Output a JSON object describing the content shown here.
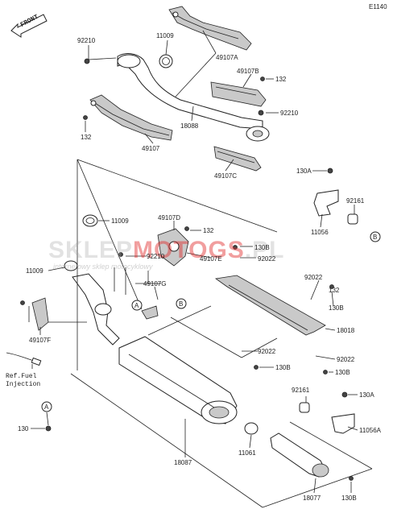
{
  "diagram": {
    "code": "E1140",
    "front_label": "FRONT",
    "ref_note": "Ref.Fuel\nInjection",
    "watermark": {
      "brand_start": "SKLEP",
      "brand_red": "MOTOGS",
      "brand_end": ".PL",
      "tagline": "internetowy sklep motocyklowy"
    },
    "labels": [
      {
        "id": "92210",
        "text": "92210"
      },
      {
        "id": "11009",
        "text": "11009"
      },
      {
        "id": "49107A",
        "text": "49107A"
      },
      {
        "id": "49107B",
        "text": "49107B"
      },
      {
        "id": "132",
        "text": "132"
      },
      {
        "id": "92210",
        "text": "92210"
      },
      {
        "id": "18088",
        "text": "18088"
      },
      {
        "id": "132",
        "text": "132"
      },
      {
        "id": "49107",
        "text": "49107"
      },
      {
        "id": "49107C",
        "text": "49107C"
      },
      {
        "id": "130A",
        "text": "130A"
      },
      {
        "id": "92161",
        "text": "92161"
      },
      {
        "id": "11056",
        "text": "11056"
      },
      {
        "id": "B",
        "text": "B"
      },
      {
        "id": "11009",
        "text": "11009"
      },
      {
        "id": "49107D",
        "text": "49107D"
      },
      {
        "id": "132",
        "text": "132"
      },
      {
        "id": "130B",
        "text": "130B"
      },
      {
        "id": "92022",
        "text": "92022"
      },
      {
        "id": "92210",
        "text": "92210"
      },
      {
        "id": "49107E",
        "text": "49107E"
      },
      {
        "id": "11009",
        "text": "11009"
      },
      {
        "id": "49107G",
        "text": "49107G"
      },
      {
        "id": "92022",
        "text": "92022"
      },
      {
        "id": "130B",
        "text": "130B"
      },
      {
        "id": "132",
        "text": "132"
      },
      {
        "id": "A",
        "text": "A"
      },
      {
        "id": "B",
        "text": "B"
      },
      {
        "id": "49107F",
        "text": "49107F"
      },
      {
        "id": "18018",
        "text": "18018"
      },
      {
        "id": "92022",
        "text": "92022"
      },
      {
        "id": "92022",
        "text": "92022"
      },
      {
        "id": "130B",
        "text": "130B"
      },
      {
        "id": "130B",
        "text": "130B"
      },
      {
        "id": "92161",
        "text": "92161"
      },
      {
        "id": "130A",
        "text": "130A"
      },
      {
        "id": "A",
        "text": "A"
      },
      {
        "id": "130",
        "text": "130"
      },
      {
        "id": "11056A",
        "text": "11056A"
      },
      {
        "id": "11061",
        "text": "11061"
      },
      {
        "id": "18087",
        "text": "18087"
      },
      {
        "id": "18077",
        "text": "18077"
      },
      {
        "id": "130B",
        "text": "130B"
      }
    ]
  }
}
